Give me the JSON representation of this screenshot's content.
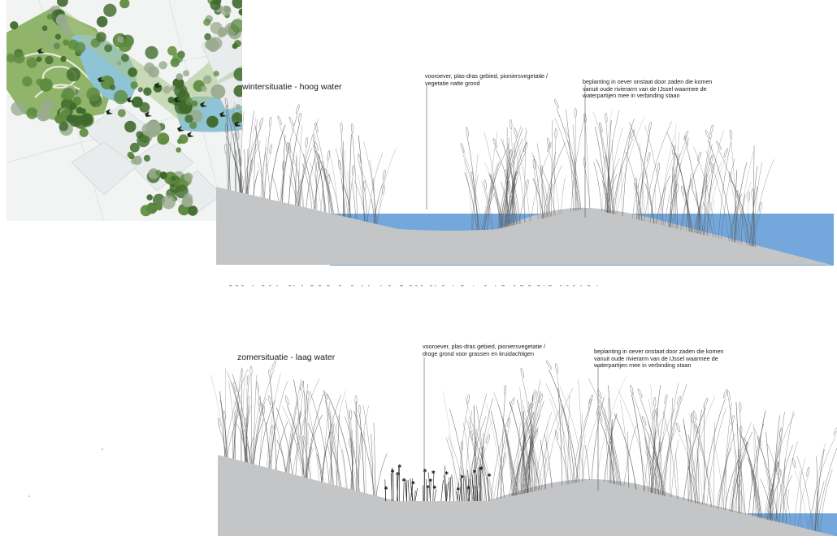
{
  "winter": {
    "title": "wintersituatie - hoog water",
    "note_left": [
      "vooroever, plas-dras gebied, pioniersvegetatie /",
      "vegetatie natte grond"
    ],
    "note_right": [
      "beplanting in oever onstaat door zaden die komen",
      "vanuit oude rivierarm van de IJssel waarmee de",
      "waterpartijen mee in verbinding staan"
    ]
  },
  "summer": {
    "title": "zomersituatie - laag water",
    "note_left": [
      "vooroever, plas-dras gebied, pioniersvegetatie /",
      "droge grond voor grassen en kruidachtigen"
    ],
    "note_right": [
      "beplanting in oever onstaat door zaden die komen",
      "vanuit oude rivierarm van de IJssel waarmee de",
      "waterpartijen mee in verbinding staan"
    ]
  },
  "colors": {
    "ground": "#c4c5c7",
    "water": "#74a8dc",
    "map_green": "#8fb46a",
    "map_dark_green": "#3f6a2c",
    "map_water": "#8fc3d6",
    "map_plot": "#e9ecec",
    "vegetation_stroke": "#555555"
  }
}
